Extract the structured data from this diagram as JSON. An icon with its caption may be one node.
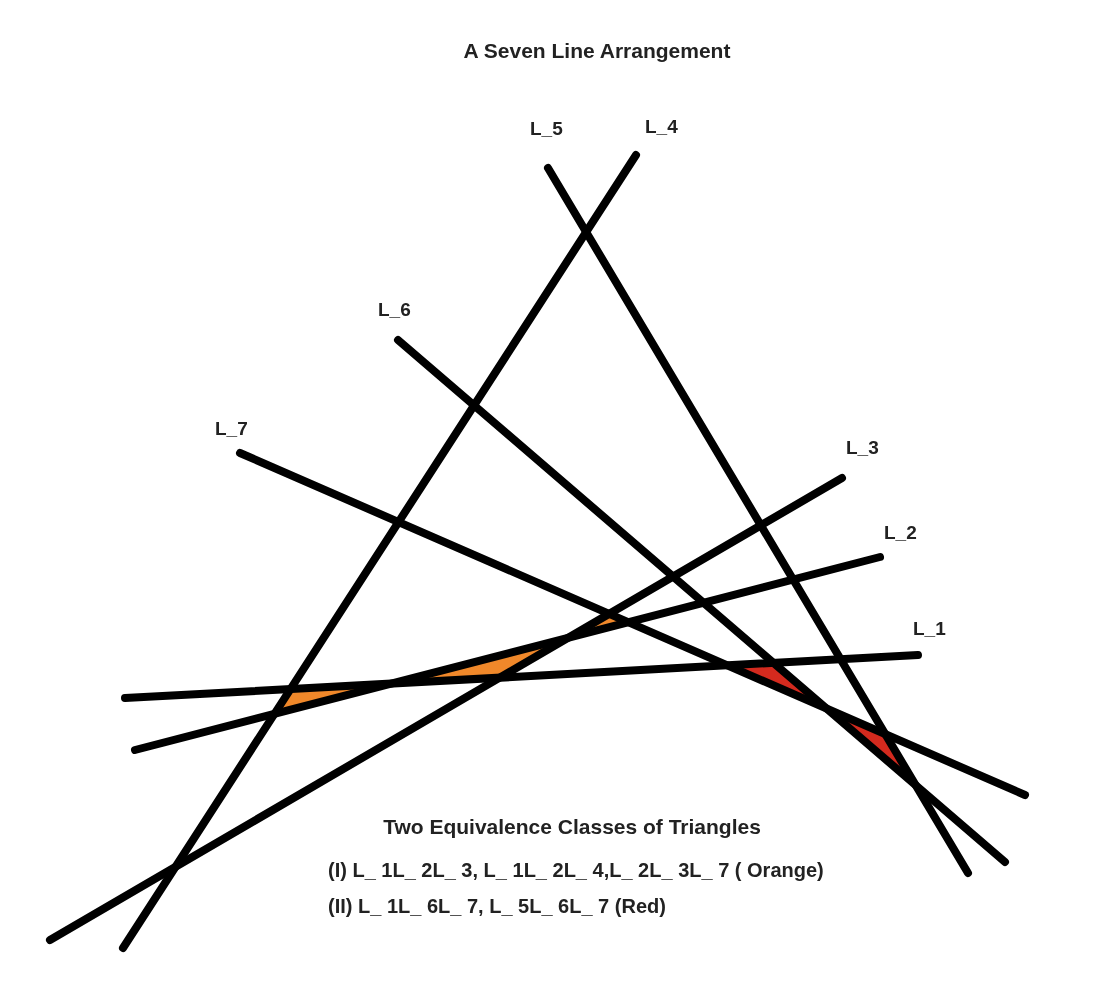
{
  "diagram": {
    "title": "A Seven Line Arrangement",
    "labels": [
      "L_5",
      "L_4",
      "L_6",
      "L_7",
      "L_3",
      "L_2",
      "L_1",
      "Two Equivalence Classes of Triangles",
      "(I) L_ 1L_ 2L_ 3, L_ 1L_ 2L_ 4,L_ 2L_ 3L_ 7 ( Orange)",
      "(II) L_ 1L_ 6L_ 7, L_ 5L_ 6L_ 7 (Red)"
    ]
  }
}
